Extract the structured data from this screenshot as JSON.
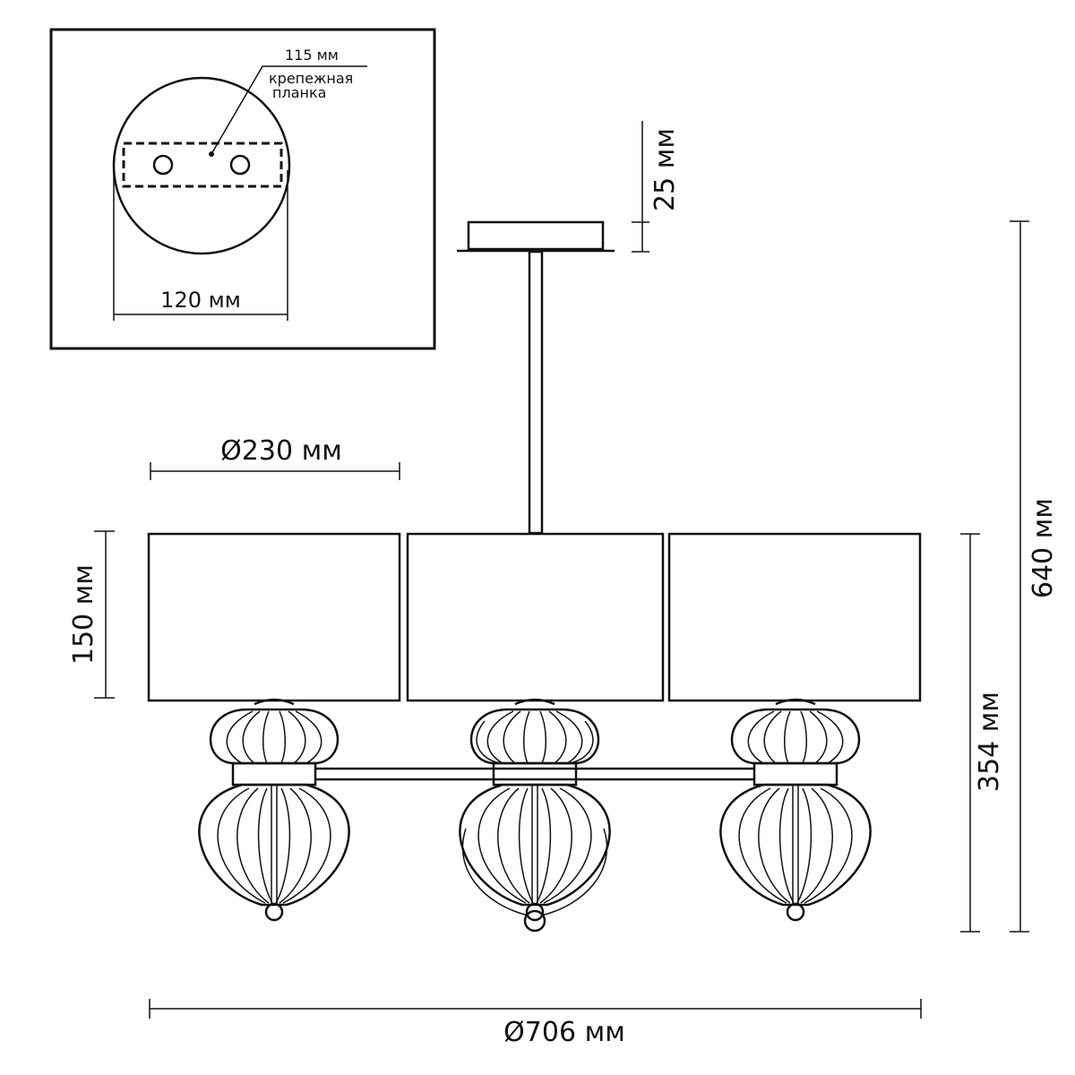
{
  "inset": {
    "hole_spacing_label": "115 мм",
    "bracket_label_line1": "крепежная",
    "bracket_label_line2": "планка",
    "plate_width_label": "120 мм"
  },
  "dimensions": {
    "canopy_height": "25 мм",
    "shade_diameter": "Ø230 мм",
    "shade_height": "150 мм",
    "total_height": "640 мм",
    "body_height": "354 мм",
    "total_diameter": "Ø706 мм"
  }
}
